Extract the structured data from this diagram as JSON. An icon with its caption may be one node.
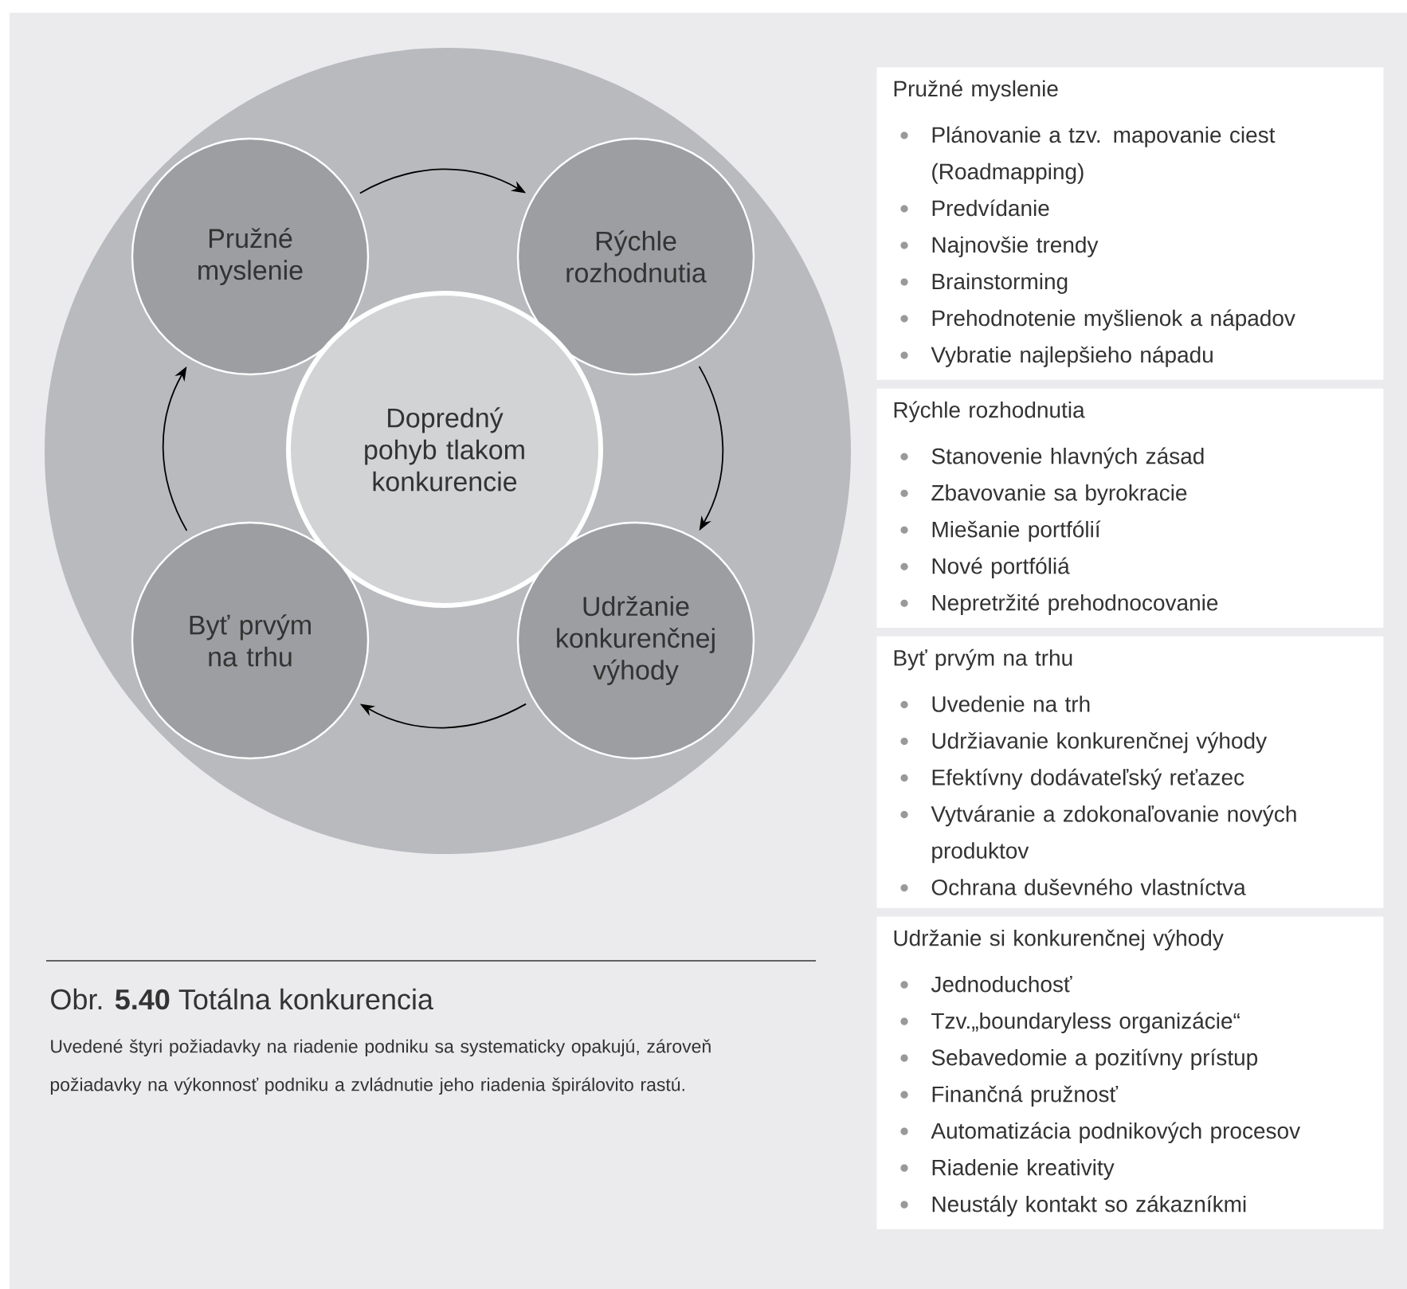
{
  "diagram": {
    "title": "Obr. **5.40** Totálna konkurencia",
    "caption": "Uvedené štyri požiadavky na riadenie podniku sa systematicky opakujú, zároveň požiadavky na výkonnosť podniku a zvládnutie jeho riadenia špirálovito rastú.",
    "nodes": [
      {
        "text": [],
        "shape": "circle"
      },
      {
        "text": [
          "Pružné myslenie"
        ],
        "in": 0
      },
      {
        "text": [
          "Rýchle rozhodnutia"
        ],
        "in": 0
      },
      {
        "text": [
          "Dopredný pohyb tlakom konkurencie"
        ],
        "in": 0
      },
      {
        "text": [
          "Byť prvým na trhu"
        ],
        "in": 0
      },
      {
        "text": [
          "Udržanie konkurenčnej výhody"
        ],
        "in": 0
      },
      {
        "text": [
          "Pružné myslenie",
          "Plánovanie a tzv. mapovanie ciest (Roadmapping)",
          "Predvídanie",
          "Najnovšie trendy",
          "Brainstorming",
          "Prehodnotenie myšlienok a nápadov",
          "Vybratie najlepšieho nápadu"
        ]
      },
      {
        "text": [
          "Rýchle rozhodnutia",
          "Stanovenie hlavných zásad",
          "Zbavovanie sa byrokracie",
          "Miešanie portfólií",
          "Nové portfóliá",
          "Nepretržité prehodnocovanie"
        ]
      },
      {
        "text": [
          "Byť prvým na trhu",
          "Uvedenie na trh",
          "Udržiavanie konkurenčnej výhody",
          "Efektívny dodávateľský reťazec",
          "Vytváranie a zdokonaľovanie nových produktov",
          "Ochrana duševného vlastníctva"
        ]
      },
      {
        "text": [
          "Udržanie si konkurenčnej výhody",
          "Jednoduchosť",
          "Tzv.„boundaryless organizácie“",
          "Sebavedomie a pozitívny prístup",
          "Finančná pružnosť",
          "Automatizácia podnikových procesov",
          "Riadenie kreativity",
          "Neustály kontakt so zákazníkmi"
        ]
      }
    ],
    "edges": [
      {
        "from": 1,
        "to": 2,
        "arrow": "to"
      },
      {
        "from": 2,
        "to": 5,
        "arrow": "to"
      },
      {
        "from": 5,
        "to": 4,
        "arrow": "to"
      },
      {
        "from": 4,
        "to": 1,
        "arrow": "to"
      }
    ]
  }
}
